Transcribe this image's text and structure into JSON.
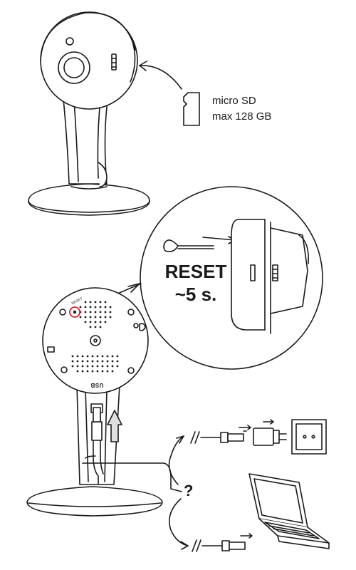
{
  "sd_card": {
    "line1": "micro SD",
    "line2": "max 128 GB"
  },
  "reset_callout": {
    "line1": "RESET",
    "line2": "~5 s."
  },
  "back_panel": {
    "usb_label": "USB",
    "reset_label": "RESET"
  },
  "choice_mark": "?",
  "colors": {
    "line": "#1a1a1a",
    "reset_highlight": "#d9232d",
    "fill": "#ffffff",
    "shade": "#dcdcdc"
  }
}
